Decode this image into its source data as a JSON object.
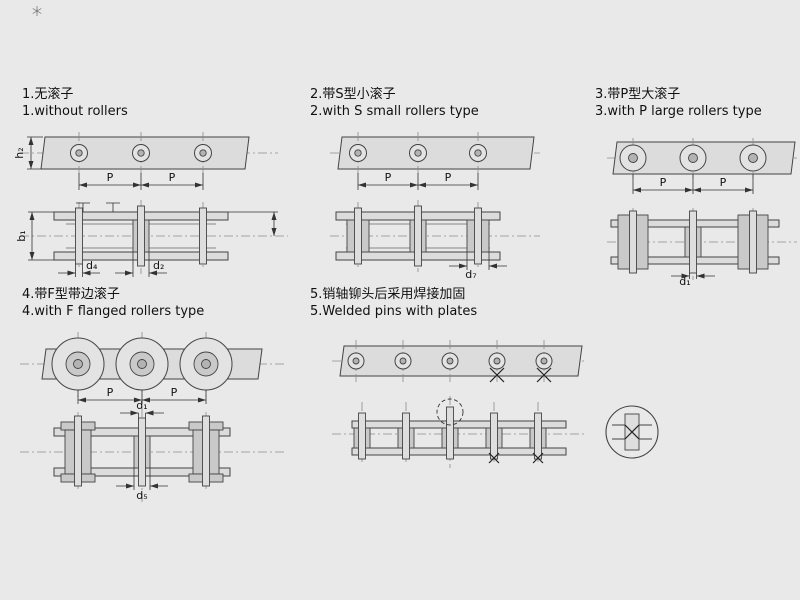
{
  "colors": {
    "background": "#e9e9e9",
    "line": "#444444",
    "band_fill": "#dcdcdc",
    "part_fill": "#c9c9c9"
  },
  "sections": [
    {
      "title_cn": "1.无滚子",
      "title_en": "1.without rollers",
      "dims": {
        "p": "P",
        "h2": "h₂",
        "b1": "b₁",
        "d4": "d₄",
        "d2": "d₂"
      }
    },
    {
      "title_cn": "2.带S型小滚子",
      "title_en": "2.with S small rollers type",
      "dims": {
        "p": "P",
        "d7": "d₇"
      }
    },
    {
      "title_cn": "3.带P型大滚子",
      "title_en": "3.with P large rollers type",
      "dims": {
        "p": "P",
        "d1": "d₁"
      }
    },
    {
      "title_cn": "4.带F型带边滚子",
      "title_en": "4.with F flanged rollers type",
      "dims": {
        "p": "P",
        "d1": "d₁",
        "d5": "d₅"
      }
    },
    {
      "title_cn": "5.销轴铆头后采用焊接加固",
      "title_en": "5.Welded pins with plates",
      "dims": {}
    }
  ]
}
